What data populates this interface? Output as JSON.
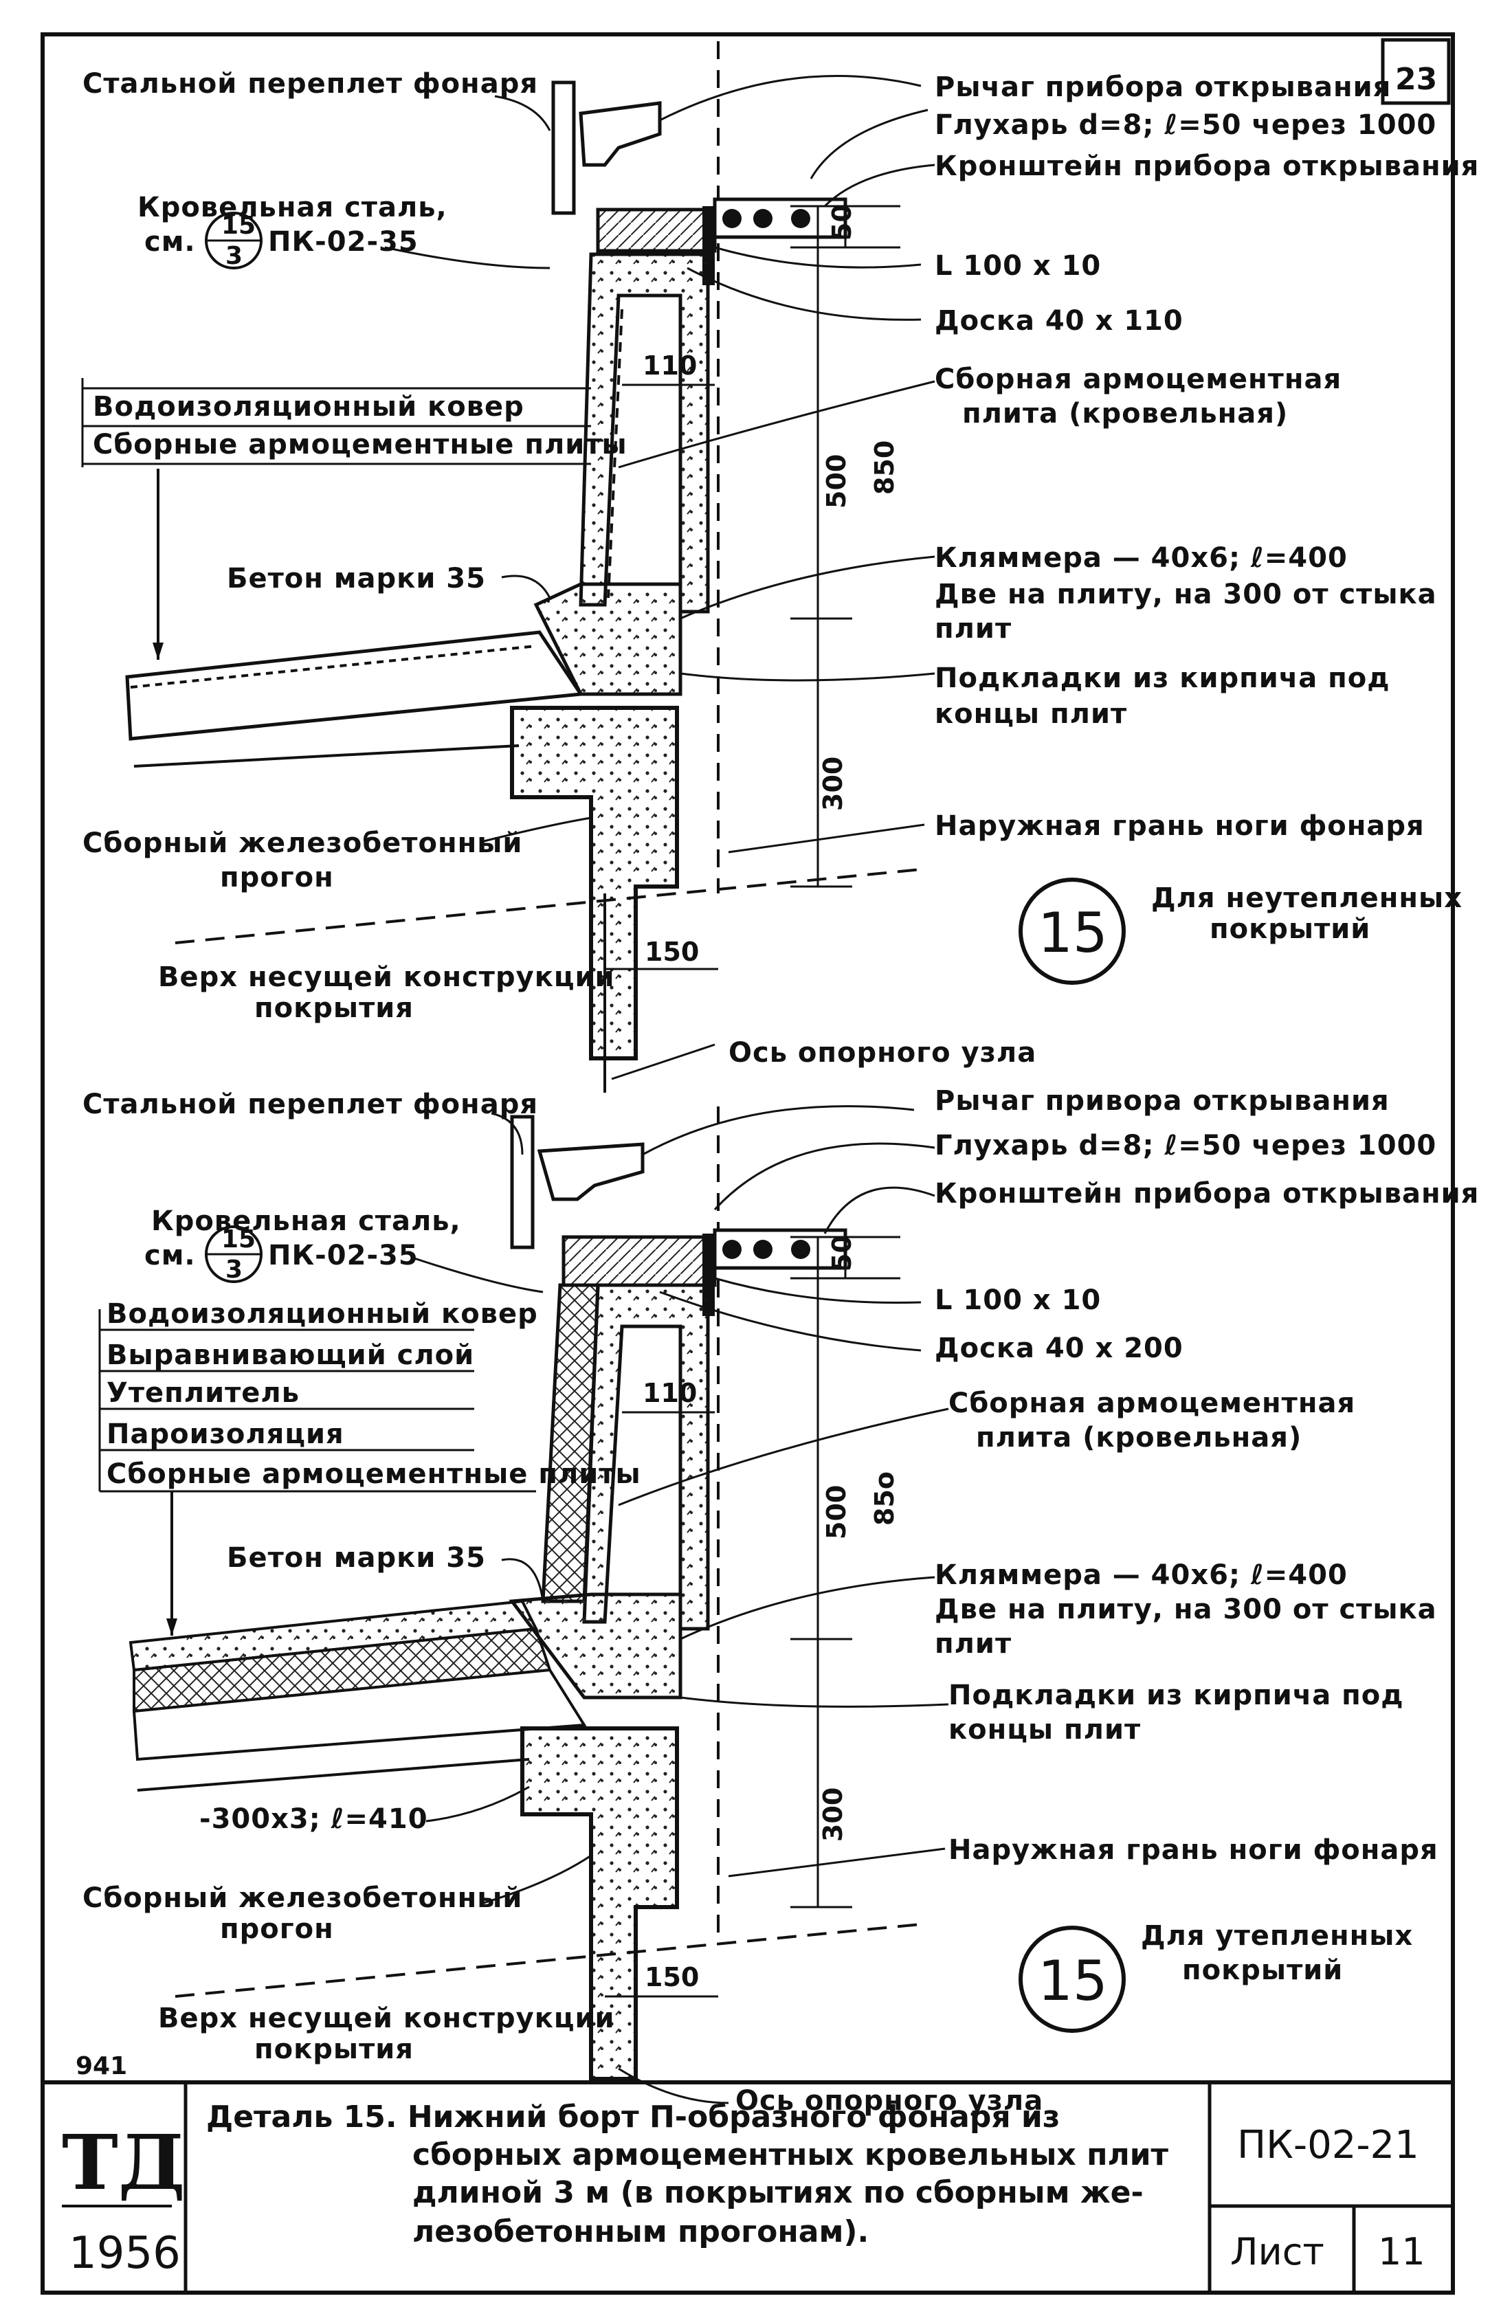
{
  "sheet": {
    "number": "23",
    "corner_note": "941"
  },
  "detail_top": {
    "labels": {
      "steel_frame": "Стальной переплет фонаря",
      "roof_steel": "Кровельная сталь,",
      "see_prefix": "см.",
      "ref_num": "15",
      "ref_den": "3",
      "ref_code": "ПК-02-35",
      "lever": "Рычаг прибора открывания",
      "dowel": "Глухарь d=8; ℓ=50 через 1000",
      "bracket": "Кронштейн прибора открывания",
      "angle": "L 100 x 10",
      "board": "Доска 40 x 110",
      "slab_1": "Сборная армоцементная",
      "slab_2": "плита (кровельная)",
      "clamp_1": "Кляммера — 40x6; ℓ=400",
      "clamp_2": "Две на плиту, на 300 от стыка",
      "clamp_3": "плит",
      "pads_1": "Подкладки из кирпича под",
      "pads_2": "концы плит",
      "outer_face": "Наружная грань ноги фонаря",
      "purlin_1": "Сборный железобетонный",
      "purlin_2": "прогон",
      "top_struct_1": "Верх несущей конструкции",
      "top_struct_2": "покрытия",
      "concrete": "Бетон марки 35",
      "axis": "Ось опорного узла",
      "detail_no": "15",
      "purpose_1": "Для неутепленных",
      "purpose_2": "покрытий"
    },
    "layers": [
      "Водоизоляционный ковер",
      "Сборные армоцементные плиты"
    ],
    "dims": {
      "d50": "50",
      "d110": "110",
      "d500": "500",
      "d850": "850",
      "d300": "300",
      "d150": "150"
    }
  },
  "detail_bottom": {
    "labels": {
      "steel_frame": "Стальной переплет фонаря",
      "roof_steel": "Кровельная сталь,",
      "see_prefix": "см.",
      "ref_num": "15",
      "ref_den": "3",
      "ref_code": "ПК-02-35",
      "lever": "Рычаг привора открывания",
      "dowel": "Глухарь d=8; ℓ=50 через 1000",
      "bracket": "Кронштейн прибора открывания",
      "angle": "L 100 x 10",
      "board": "Доска 40 x 200",
      "slab_1": "Сборная армоцементная",
      "slab_2": "плита (кровельная)",
      "clamp_1": "Кляммера — 40x6; ℓ=400",
      "clamp_2": "Две на плиту, на 300 от стыка",
      "clamp_3": "плит",
      "pads_1": "Подкладки из кирпича под",
      "pads_2": "концы плит",
      "outer_face": "Наружная грань ноги фонаря",
      "strip": "-300x3; ℓ=410",
      "purlin_1": "Сборный железобетонный",
      "purlin_2": "прогон",
      "top_struct_1": "Верх несущей конструкции",
      "top_struct_2": "покрытия",
      "concrete": "Бетон марки 35",
      "axis": "Ось опорного узла",
      "detail_no": "15",
      "purpose_1": "Для утепленных",
      "purpose_2": "покрытий"
    },
    "layers": [
      "Водоизоляционный ковер",
      "Выравнивающий слой",
      "Утеплитель",
      "Пароизоляция",
      "Сборные армоцементные плиты"
    ],
    "dims": {
      "d50": "50",
      "d110": "110",
      "d500": "500",
      "d850": "85o",
      "d300": "300",
      "d150": "150"
    }
  },
  "title_block": {
    "org": "ТД",
    "year": "1956",
    "caption_1": "Деталь 15. Нижний борт П-образного фонаря из",
    "caption_2": "сборных армоцементных кровельных плит",
    "caption_3": "длиной 3 м (в покрытиях по сборным же-",
    "caption_4": "лезобетонным прогонам).",
    "series": "ПК-02-21",
    "sheet_label": "Лист",
    "sheet_no": "11"
  }
}
